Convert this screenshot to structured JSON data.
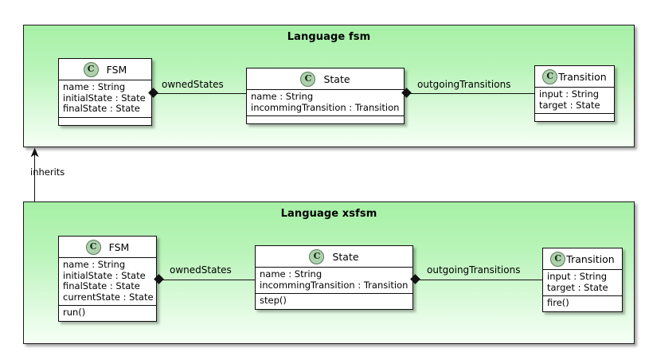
{
  "diagram": {
    "type": "uml-class-diagram",
    "background": "#ffffff",
    "package_fill_top": "#a6f0a6",
    "package_fill_bottom": "#f5fff5",
    "line_color": "#121212",
    "class_icon_fill": "#add1ad"
  },
  "packages": [
    {
      "id": "fsm",
      "title": "Language fsm",
      "classes": [
        {
          "id": "fsm-FSM",
          "name": "FSM",
          "icon": "C",
          "attributes": [
            "name : String",
            "initialState : State",
            "finalState : State"
          ],
          "operations": []
        },
        {
          "id": "fsm-State",
          "name": "State",
          "icon": "C",
          "attributes": [
            "name : String",
            "incommingTransition : Transition"
          ],
          "operations": []
        },
        {
          "id": "fsm-Transition",
          "name": "Transition",
          "icon": "C",
          "attributes": [
            "input : String",
            "target : State"
          ],
          "operations": []
        }
      ],
      "associations": [
        {
          "id": "fsm-ownedStates",
          "label": "ownedStates",
          "from": "FSM",
          "to": "State",
          "kind": "composition"
        },
        {
          "id": "fsm-outgoingTransitions",
          "label": "outgoingTransitions",
          "from": "State",
          "to": "Transition",
          "kind": "composition"
        }
      ]
    },
    {
      "id": "xsfsm",
      "title": "Language xsfsm",
      "classes": [
        {
          "id": "xsfsm-FSM",
          "name": "FSM",
          "icon": "C",
          "attributes": [
            "name : String",
            "initialState : State",
            "finalState : State",
            "currentState : State"
          ],
          "operations": [
            "run()"
          ]
        },
        {
          "id": "xsfsm-State",
          "name": "State",
          "icon": "C",
          "attributes": [
            "name : String",
            "incommingTransition : Transition"
          ],
          "operations": [
            "step()"
          ]
        },
        {
          "id": "xsfsm-Transition",
          "name": "Transition",
          "icon": "C",
          "attributes": [
            "input : String",
            "target : State"
          ],
          "operations": [
            "fire()"
          ]
        }
      ],
      "associations": [
        {
          "id": "xsfsm-ownedStates",
          "label": "ownedStates",
          "from": "FSM",
          "to": "State",
          "kind": "composition"
        },
        {
          "id": "xsfsm-outgoingTransitions",
          "label": "outgoingTransitions",
          "from": "State",
          "to": "Transition",
          "kind": "composition"
        }
      ]
    }
  ],
  "relations": [
    {
      "id": "inherits",
      "label": "inherits",
      "from": "Language xsfsm",
      "to": "Language fsm",
      "kind": "generalization"
    }
  ]
}
